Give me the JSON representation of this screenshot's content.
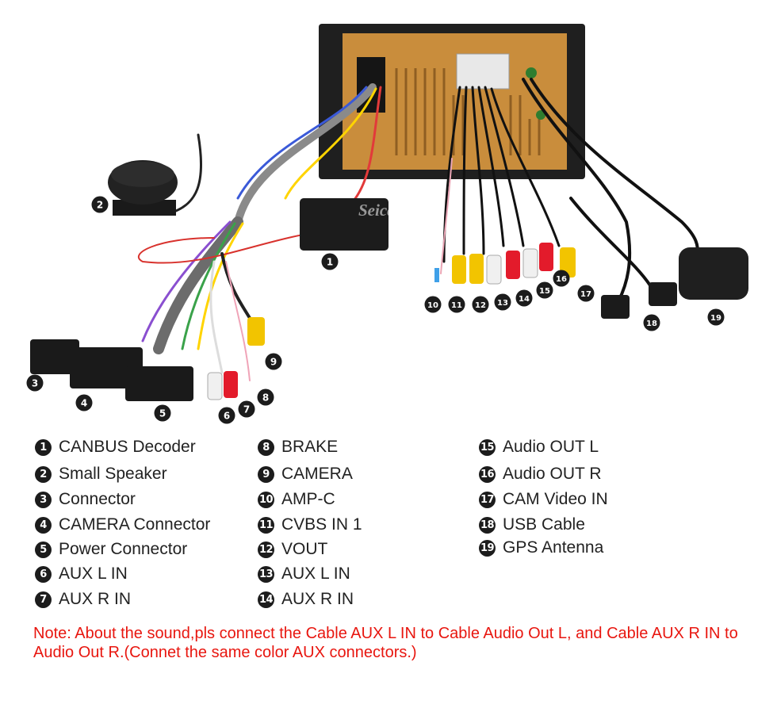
{
  "watermark": "Seicane",
  "legend": [
    {
      "n": "1",
      "label": "CANBUS Decoder"
    },
    {
      "n": "2",
      "label": "Small Speaker"
    },
    {
      "n": "3",
      "label": "Connector"
    },
    {
      "n": "4",
      "label": "CAMERA Connector"
    },
    {
      "n": "5",
      "label": "Power Connector"
    },
    {
      "n": "6",
      "label": "AUX L IN"
    },
    {
      "n": "7",
      "label": "AUX R IN"
    },
    {
      "n": "8",
      "label": "BRAKE"
    },
    {
      "n": "9",
      "label": "CAMERA"
    },
    {
      "n": "10",
      "label": "AMP-C"
    },
    {
      "n": "11",
      "label": "CVBS IN 1"
    },
    {
      "n": "12",
      "label": "VOUT"
    },
    {
      "n": "13",
      "label": "AUX L IN"
    },
    {
      "n": "14",
      "label": "AUX R IN"
    },
    {
      "n": "15",
      "label": "Audio OUT L"
    },
    {
      "n": "16",
      "label": "Audio OUT R"
    },
    {
      "n": "17",
      "label": "CAM Video IN"
    },
    {
      "n": "18",
      "label": "USB Cable"
    },
    {
      "n": "19",
      "label": "GPS Antenna"
    }
  ],
  "note": "Note: About the sound,pls connect the Cable AUX L IN to Cable Audio Out L, and Cable AUX R IN to  Audio Out R.(Connet the same color AUX connectors.)",
  "colors": {
    "note_text": "#e8160f",
    "marker_fill": "#1c1c1c",
    "chassis": "#c98d3c",
    "bezel": "#1f1f1f"
  }
}
